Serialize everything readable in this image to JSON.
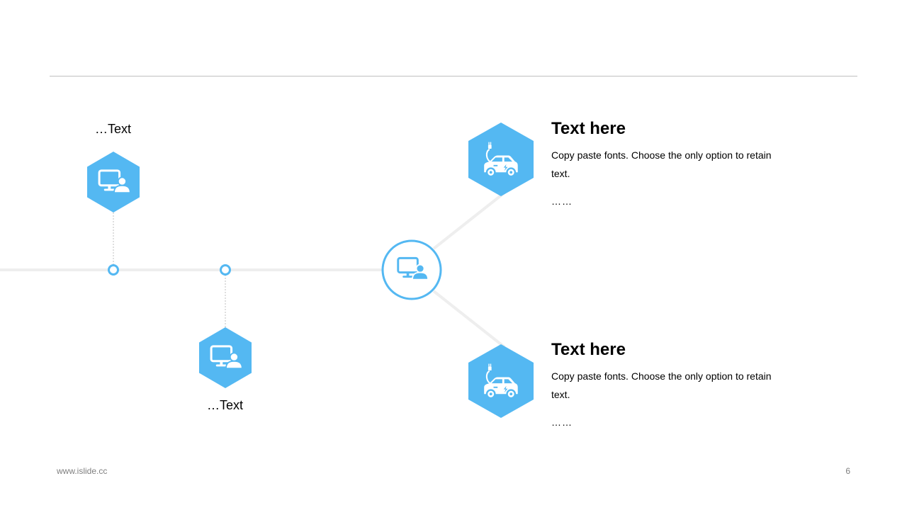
{
  "slide": {
    "accent_color": "#54b8f2",
    "line_color": "#eeeeee",
    "connector_color": "#bfbfbf",
    "page_number": "6",
    "footer_url": "www.islide.cc"
  },
  "timeline": {
    "nodes": [
      {
        "caption": "…Text",
        "icon": "computer-user-icon"
      },
      {
        "caption": "…Text",
        "icon": "computer-user-icon"
      }
    ],
    "hub": {
      "icon": "computer-user-icon"
    }
  },
  "branches": [
    {
      "icon": "electric-car-icon",
      "title": "Text here",
      "body": "Copy paste fonts. Choose the only option to retain text.",
      "more": "……"
    },
    {
      "icon": "electric-car-icon",
      "title": "Text here",
      "body": "Copy paste fonts. Choose the only option to retain text.",
      "more": "……"
    }
  ]
}
